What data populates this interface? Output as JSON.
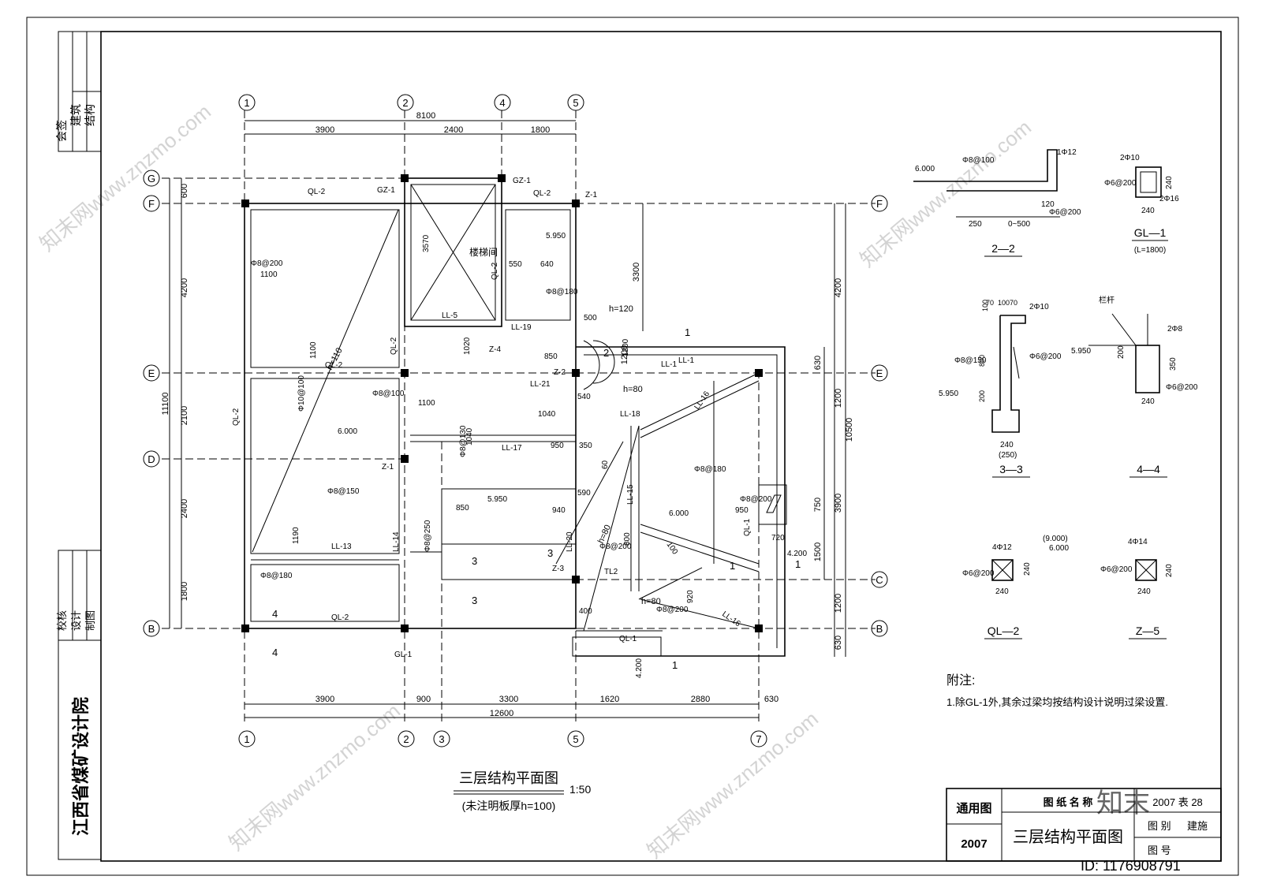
{
  "left_strip": {
    "sign_label": "会签",
    "arch_label": "建筑",
    "struct_label": "结构",
    "check_label": "校核",
    "design_label": "设计",
    "draw_label": "制图",
    "institute": "江西省煤矿设计院"
  },
  "grid": {
    "top_axes": [
      "1",
      "2",
      "4",
      "5"
    ],
    "bottom_axes": [
      "1",
      "2",
      "3",
      "5",
      "7"
    ],
    "left_axes": [
      "G",
      "F",
      "E",
      "D",
      "B"
    ],
    "right_axes": [
      "F",
      "E",
      "C",
      "B"
    ]
  },
  "dims": {
    "top_total": "8100",
    "top_parts": [
      "3900",
      "2400",
      "1800"
    ],
    "bottom_total": "12600",
    "bottom_parts": [
      "3900",
      "900",
      "3300",
      "1620",
      "2880",
      "630"
    ],
    "left_total": "11100",
    "left_parts": [
      "600",
      "4200",
      "2100",
      "2400",
      "1800"
    ],
    "right_total": "10500",
    "right_outer": [
      "4200",
      "1200",
      "3900",
      "1200",
      "630"
    ],
    "right_inner": [
      "3300",
      "630",
      "1200",
      "750",
      "1500"
    ]
  },
  "labels": {
    "stair": "楼梯间",
    "h110": "h=110",
    "h120": "h=120",
    "h80a": "h=80",
    "h80b": "h=80",
    "h80c": "h=80",
    "elev1": "6.000",
    "elev2": "5.950",
    "elev3": "5.950",
    "elev4": "6.000",
    "elev5": "4.200",
    "elev6": "4.200",
    "beams": [
      "QL-2",
      "GZ-1",
      "GZ-1",
      "QL-2",
      "Z-1",
      "QL-2",
      "QL-2",
      "QL-2",
      "QL-2",
      "LL-5",
      "LL-19",
      "Z-4",
      "Z-2",
      "LL-1",
      "LL-21",
      "LL-18",
      "LL-16",
      "LL-17",
      "LL-15",
      "LL-20",
      "Z-1",
      "LL-14",
      "LL-13",
      "QL-2",
      "Z-3",
      "TL2",
      "LL-16",
      "QL-1",
      "QL-1",
      "GL-1",
      "LL-1"
    ],
    "rebar": [
      "Φ8@200",
      "Φ8@180",
      "Φ8@150",
      "Φ10@100",
      "Φ8@100",
      "Φ8@200",
      "Φ8@130",
      "Φ8@250",
      "Φ8@180",
      "Φ8@180",
      "Φ8@200",
      "Φ8@200"
    ],
    "lengths": [
      "1100",
      "1100",
      "1100",
      "1190",
      "550",
      "640",
      "850",
      "1040",
      "1020",
      "540",
      "1040",
      "950",
      "350",
      "590",
      "940",
      "850",
      "950",
      "720",
      "400",
      "920",
      "1200",
      "500",
      "100",
      "800",
      "60",
      "3570"
    ],
    "section_marks": [
      "1",
      "1",
      "2",
      "1",
      "1",
      "3",
      "3",
      "3",
      "4",
      "4"
    ]
  },
  "title": {
    "main": "三层结构平面图",
    "scale": "1:50",
    "note": "(未注明板厚h=100)"
  },
  "details": {
    "s22": "2—2",
    "s22_elev": "6.000",
    "s22_dims": [
      "250",
      "0~500",
      "120"
    ],
    "s22_rebar": [
      "1Φ12",
      "Φ8@100",
      "Φ6@200"
    ],
    "gl1": "GL—1",
    "gl1_note": "(L=1800)",
    "gl1_rebar": [
      "2Φ10",
      "Φ6@200",
      "2Φ16"
    ],
    "gl1_dims": [
      "240",
      "240"
    ],
    "s33": "3—3",
    "s33_dims": [
      "240",
      "(250)",
      "70",
      "100",
      "70",
      "100",
      "800",
      "200"
    ],
    "s33_rebar": [
      "2Φ10",
      "Φ8@150",
      "Φ6@200"
    ],
    "s33_elev": "5.950",
    "s44": "4—4",
    "s44_label": "栏杆",
    "s44_rebar": [
      "2Φ8",
      "Φ6@200"
    ],
    "s44_elev": "5.950",
    "s44_dims": [
      "240",
      "350",
      "200"
    ],
    "ql2": "QL—2",
    "ql2_elev1": "(9.000)",
    "ql2_elev2": "6.000",
    "ql2_rebar": [
      "4Φ12",
      "Φ6@200"
    ],
    "ql2_dims": [
      "240",
      "240"
    ],
    "z5": "Z—5",
    "z5_rebar": [
      "4Φ14",
      "Φ6@200"
    ],
    "z5_dims": [
      "240",
      "240"
    ]
  },
  "notes": {
    "heading": "附注:",
    "item1": "1.除GL-1外,其余过梁均按结构设计说明过梁设置."
  },
  "title_block": {
    "general": "通用图",
    "year": "2007",
    "name_label": "图 纸 名 称",
    "name": "三层结构平面图",
    "code_label": "2007 表 28",
    "field": "建施",
    "field_label": "图 别",
    "num_label": "图 号"
  },
  "watermark": {
    "id_text": "ID: 1176908791",
    "site": "知末网www.znzmo.com",
    "logo": "知末"
  }
}
